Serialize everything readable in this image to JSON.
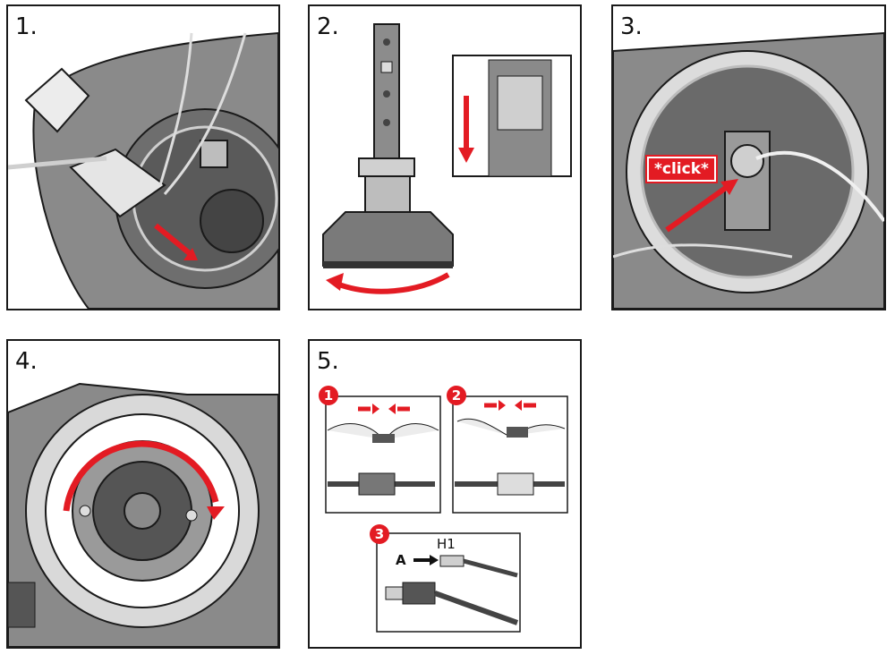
{
  "steps": [
    {
      "number": "1."
    },
    {
      "number": "2."
    },
    {
      "number": "3.",
      "click_label": "*click*"
    },
    {
      "number": "4."
    },
    {
      "number": "5.",
      "sub_steps": [
        "1",
        "2",
        "3"
      ],
      "connector_label": "H1",
      "pin_label": "A"
    }
  ],
  "colors": {
    "accent": "#e31b23",
    "line": "#1a1a1a",
    "metal": "#6e6e6e",
    "shade": "#9a9a9a"
  },
  "icons": [
    "arrow-icon",
    "curved-arrow-icon",
    "hand-icon",
    "connector-icon"
  ]
}
